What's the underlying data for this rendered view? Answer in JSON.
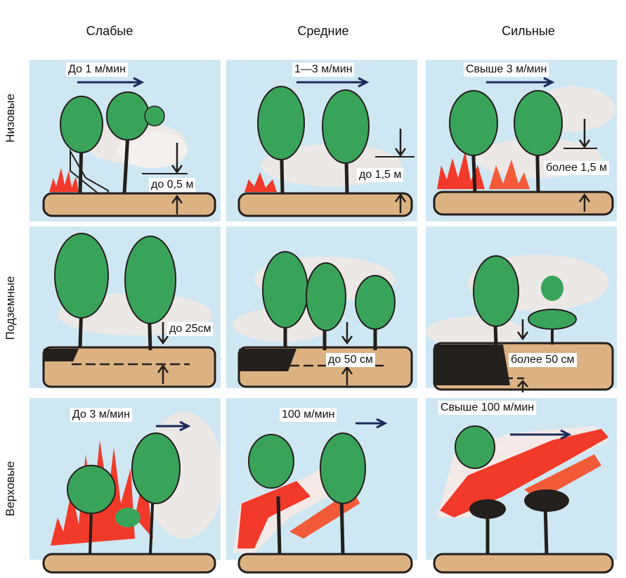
{
  "columns": [
    "Слабые",
    "Средние",
    "Сильные"
  ],
  "rows": [
    "Низовые",
    "Подземные",
    "Верховые"
  ],
  "panels": {
    "r1c1": {
      "speed": "До 1 м/мин",
      "depth": "до 0,5 м"
    },
    "r1c2": {
      "speed": "1—3 м/мин",
      "depth": "до 1,5 м"
    },
    "r1c3": {
      "speed": "Свыше 3 м/мин",
      "depth": "более 1,5 м"
    },
    "r2c1": {
      "depth": "до 25см"
    },
    "r2c2": {
      "depth": "до 50 см"
    },
    "r2c3": {
      "depth": "более 50 см"
    },
    "r3c1": {
      "speed": "До 3 м/мин"
    },
    "r3c2": {
      "speed": "100 м/мин"
    },
    "r3c3": {
      "speed": "Свыше 100 м/мин"
    }
  },
  "colors": {
    "sky": "#cfe7f3",
    "ground": "#dcb283",
    "foliage": "#3aa35a",
    "fire": "#f23a2a",
    "smoke": "#ece8e6",
    "char": "#231f1d"
  }
}
